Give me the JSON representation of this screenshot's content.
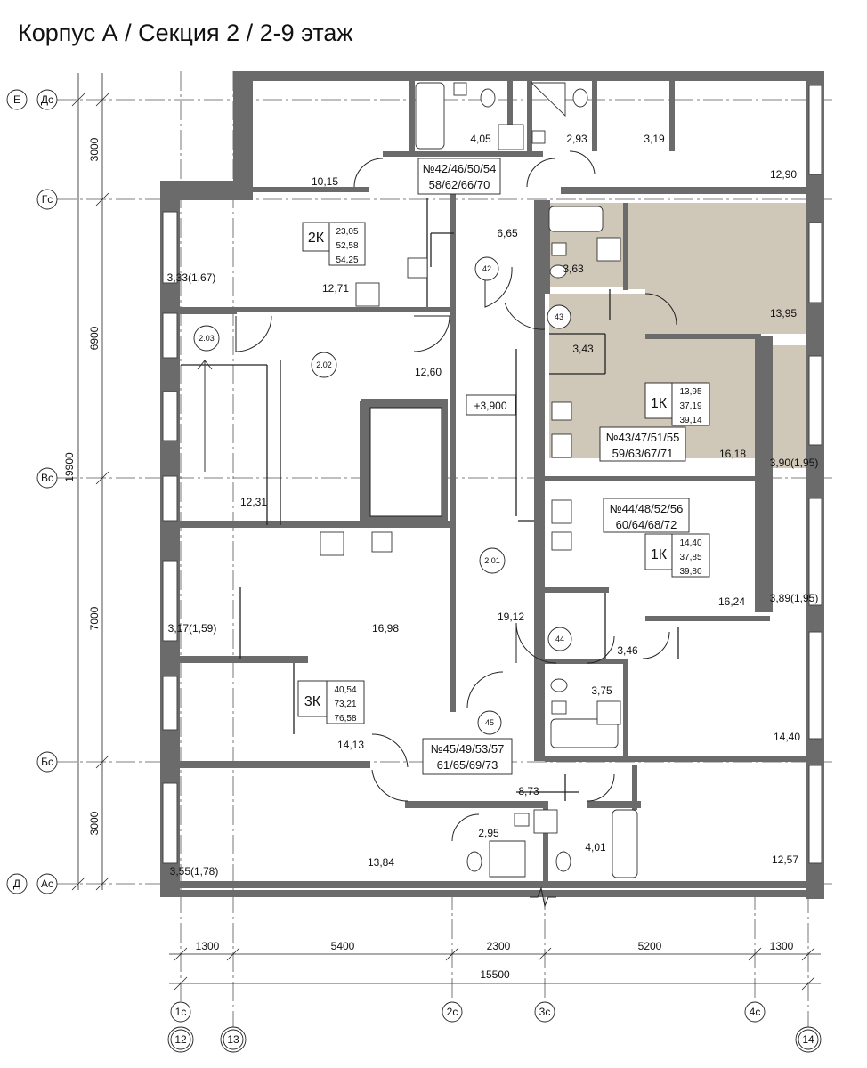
{
  "title": "Корпус А / Секция 2 / 2-9 этаж",
  "colors": {
    "wall": "#6b6b6b",
    "highlight": "#cfc7b8",
    "line": "#222222",
    "grid": "#555555"
  },
  "axes": {
    "rows_left": [
      {
        "a": "Е",
        "b": "Дс"
      },
      {
        "a": "",
        "b": "Гс"
      },
      {
        "a": "",
        "b": "Вс"
      },
      {
        "a": "",
        "b": "Бс"
      },
      {
        "a": "Д",
        "b": "Ас"
      }
    ],
    "cols_bottom": [
      "1с",
      "2с",
      "3с",
      "4с"
    ],
    "cols_circles": [
      "12",
      "13",
      "14"
    ]
  },
  "dimensions": {
    "vertical": [
      "3000",
      "6900",
      "7000",
      "3000",
      "19900"
    ],
    "horizontal": [
      "1300",
      "5400",
      "2300",
      "5200",
      "1300",
      "15500"
    ]
  },
  "level": "+3,900",
  "apartments": [
    {
      "type": "2К",
      "areas": [
        "23,05",
        "52,58",
        "54,25"
      ],
      "numbers": [
        "№42/46/50/54",
        "58/62/66/70"
      ],
      "door": "42"
    },
    {
      "type": "1К",
      "areas": [
        "13,95",
        "37,19",
        "39,14"
      ],
      "numbers": [
        "№43/47/51/55",
        "59/63/67/71"
      ],
      "door": "43"
    },
    {
      "type": "1К",
      "areas": [
        "14,40",
        "37,85",
        "39,80"
      ],
      "numbers": [
        "№44/48/52/56",
        "60/64/68/72"
      ],
      "door": "44"
    },
    {
      "type": "3К",
      "areas": [
        "40,54",
        "73,21",
        "76,58"
      ],
      "numbers": [
        "№45/49/53/57",
        "61/65/69/73"
      ],
      "door": "45"
    }
  ],
  "markers": [
    "2.03",
    "2.02",
    "2.01"
  ],
  "rooms": [
    "4,05",
    "2,93",
    "3,19",
    "10,15",
    "12,90",
    "6,65",
    "3,63",
    "3,33(1,67)",
    "12,71",
    "13,95",
    "3,43",
    "12,60",
    "16,18",
    "3,90(1,95)",
    "12,31",
    "16,24",
    "3,89(1,95)",
    "3,17(1,59)",
    "16,98",
    "19,12",
    "3,46",
    "3,75",
    "14,13",
    "14,40",
    "8,73",
    "2,95",
    "4,01",
    "3,55(1,78)",
    "13,84",
    "12,57"
  ]
}
